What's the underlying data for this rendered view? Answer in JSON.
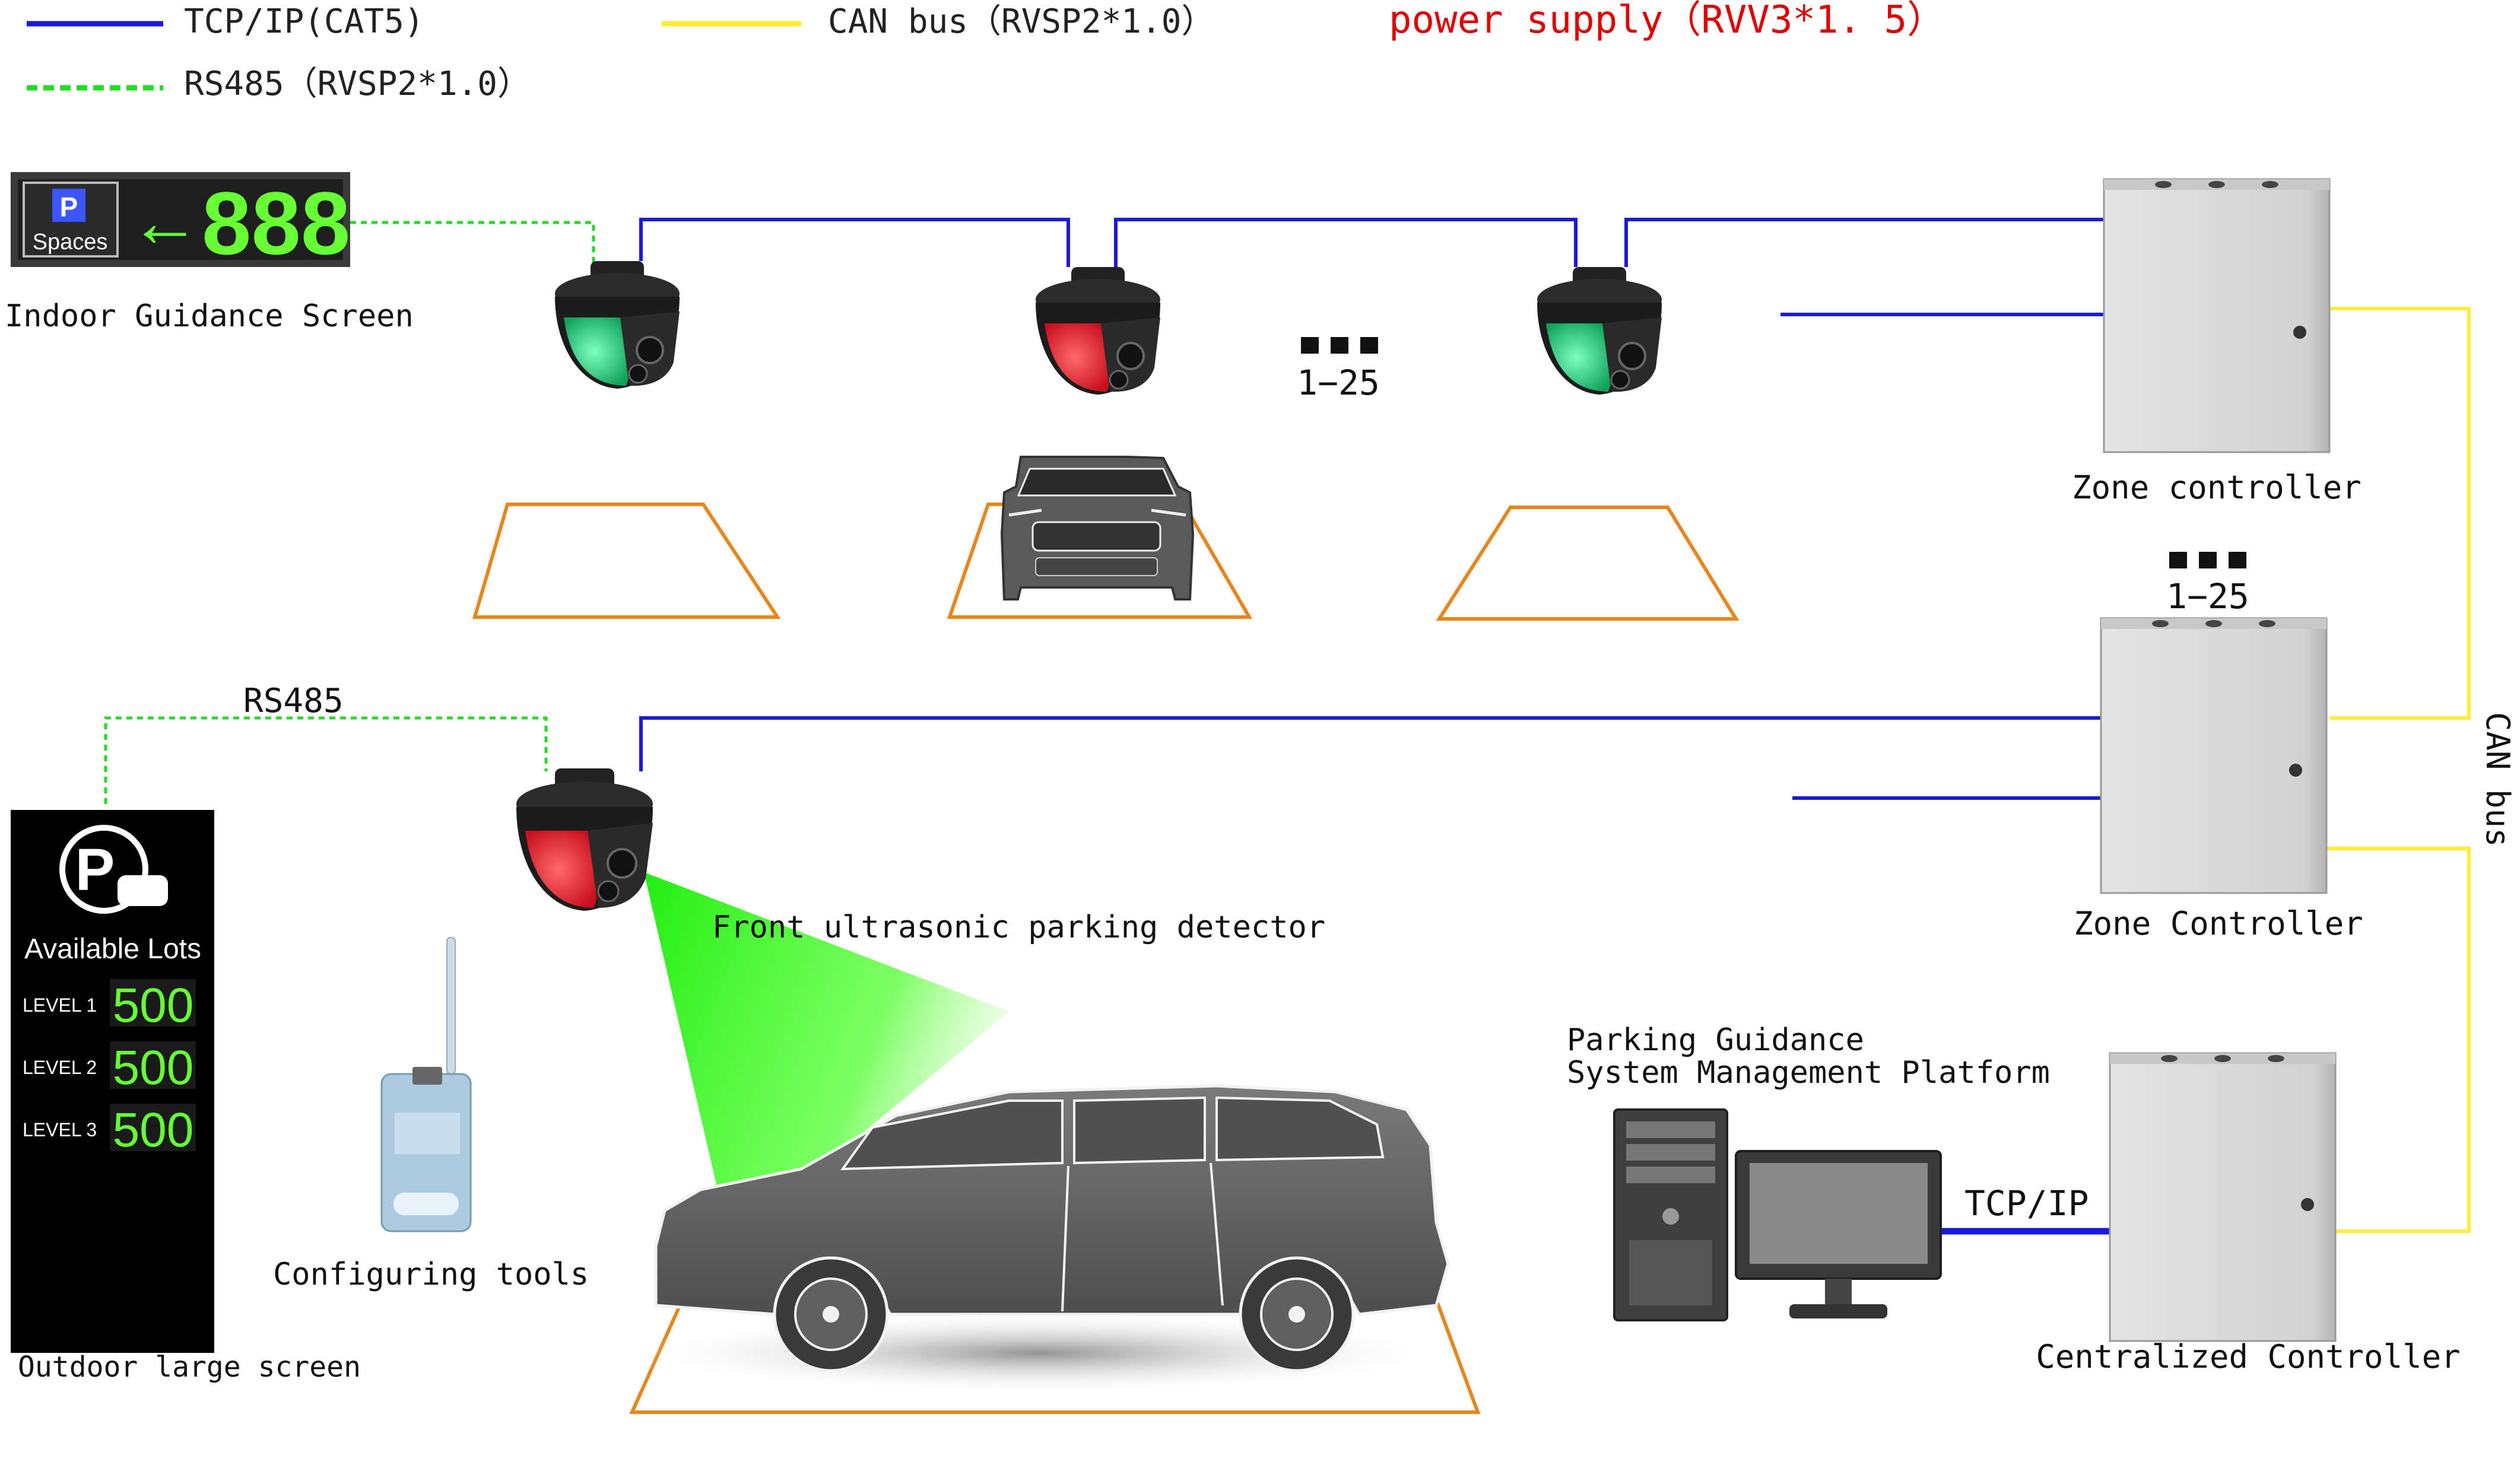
{
  "legend": {
    "tcp": "TCP/IP(CAT5)",
    "can": "CAN bus（RVSP2*1.0）",
    "power": "power supply（RVV3*1. 5）",
    "rs485": "RS485（RVSP2*1.0）"
  },
  "colors": {
    "tcp": "#1a1adb",
    "can": "#ffee33",
    "rs485": "#22cc22",
    "power": "#e00000",
    "bay": "#e8861e",
    "cabinet": "#d9d9d9",
    "green_digits": "#66ff33"
  },
  "indoor_screen": {
    "p_letter": "P",
    "spaces": "Spaces",
    "arrow": "←",
    "digits": "888",
    "label": "Indoor Guidance Screen"
  },
  "range_top": "1−25",
  "range_mid": "1−25",
  "zone1_label": "Zone controller",
  "zone2_label": "Zone Controller",
  "central_label": "Centralized Controller",
  "can_bus_label": "CAN bus",
  "rs485_label": "RS485",
  "front_detector_label": "Front ultrasonic parking detector",
  "platform_label_line1": "Parking Guidance",
  "platform_label_line2": "System Management Platform",
  "tcp_ip_label": "TCP/IP",
  "config_label": "Configuring tools",
  "outdoor": {
    "title": "Available Lots",
    "levels": [
      {
        "label": "LEVEL 1",
        "value": "500"
      },
      {
        "label": "LEVEL 2",
        "value": "500"
      },
      {
        "label": "LEVEL 3",
        "value": "500"
      }
    ],
    "label": "Outdoor large screen"
  }
}
